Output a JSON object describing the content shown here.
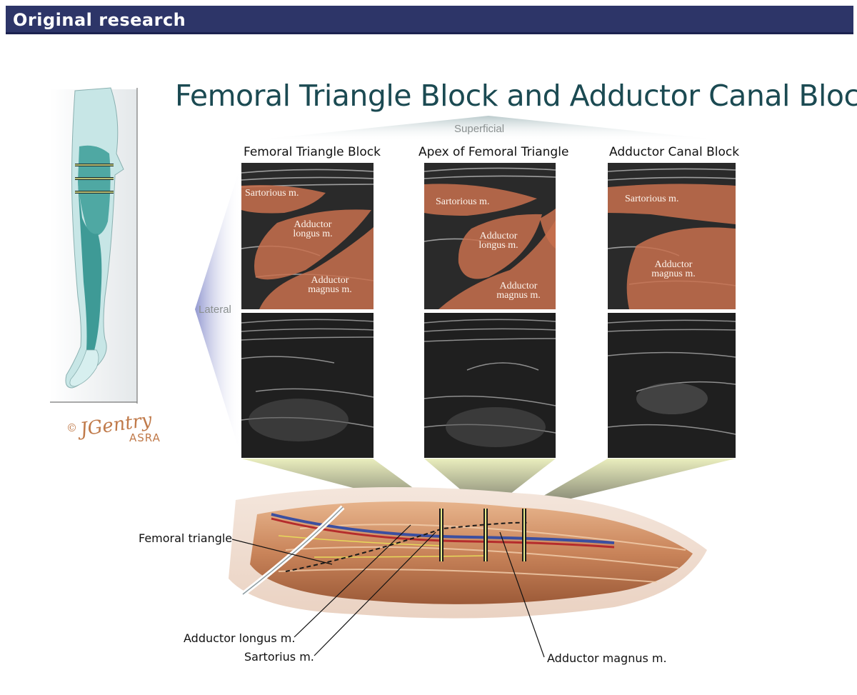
{
  "header": {
    "section_label": "Original research"
  },
  "figure": {
    "title": "Femoral Triangle Block and Adductor Canal Block",
    "orientation": {
      "top": "Superficial",
      "side": "Lateral"
    },
    "panels": [
      {
        "title": "Femoral Triangle Block",
        "muscles": [
          "Sartorious m.",
          "Adductor longus m.",
          "Adductor magnus m."
        ]
      },
      {
        "title": "Apex of Femoral Triangle",
        "muscles": [
          "Sartorious m.",
          "Adductor longus m.",
          "Adductor magnus m."
        ]
      },
      {
        "title": "Adductor Canal Block",
        "muscles": [
          "Sartorious m.",
          "Adductor magnus m."
        ]
      }
    ],
    "anatomy_callouts": {
      "femoral_triangle": "Femoral triangle",
      "adductor_longus": "Adductor longus m.",
      "sartorius": "Sartorius m.",
      "adductor_magnus": "Adductor magnus m."
    },
    "credit": {
      "copyright": "©",
      "signature": "JGentry",
      "organization": "ASRA"
    },
    "colors": {
      "banner": "#2d3568",
      "title": "#1b4a52",
      "muscle_overlay": "#c8704e",
      "leg_light": "#bfe3e3",
      "leg_dark": "#3e9a96"
    }
  }
}
